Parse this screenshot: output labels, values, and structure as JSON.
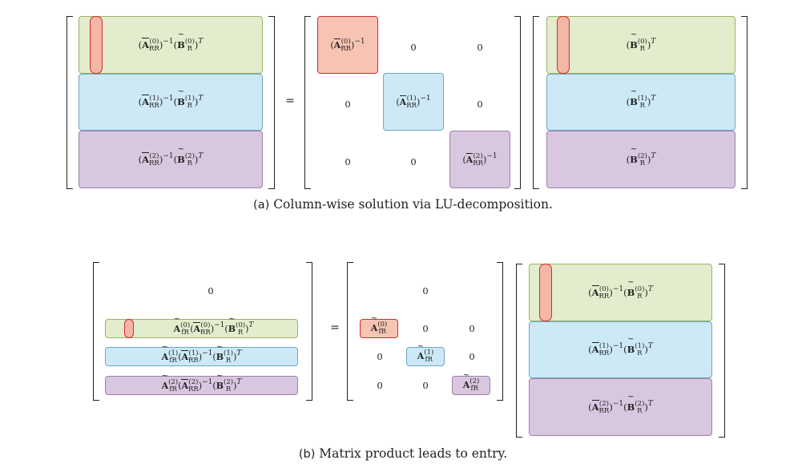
{
  "subfig_a": {
    "lhs": [
      "(Ā_RR^(0))^-1 (B̃_R^(0))^T",
      "(Ā_RR^(1))^-1 (B̃_R^(1))^T",
      "(Ā_RR^(2))^-1 (B̃_R^(2))^T"
    ],
    "equals": "=",
    "diag": [
      "(Ā_RR^(0))^-1",
      "(Ā_RR^(1))^-1",
      "(Ā_RR^(2))^-1"
    ],
    "zero": "0",
    "rhs": [
      "(B̃_R^(0))^T",
      "(B̃_R^(1))^T",
      "(B̃_R^(2))^T"
    ],
    "caption_label": "(a)",
    "caption_text": "Column-wise solution via LU-decomposition."
  },
  "subfig_b": {
    "lhs_top": "0",
    "lhs": [
      "Ã_fR^(0) (Ā_RR^(0))^-1 (B̃_R^(0))^T",
      "Ã_fR^(1) (Ā_RR^(1))^-1 (B̃_R^(1))^T",
      "Ã_fR^(2) (Ā_RR^(2))^-1 (B̃_R^(2))^T"
    ],
    "equals": "=",
    "mid_top": "0",
    "diag": [
      "Ã_fR^(0)",
      "Ã_fR^(1)",
      "Ã_fR^(2)"
    ],
    "zero": "0",
    "rhs": [
      "(Ā_RR^(0))^-1 (B̃_R^(0))^T",
      "(Ā_RR^(1))^-1 (B̃_R^(1))^T",
      "(Ā_RR^(2))^-1 (B̃_R^(2))^T"
    ],
    "caption_label": "(b)",
    "caption_text": "Matrix product leads to entry."
  },
  "colors": {
    "green": "#e3edcd",
    "blue": "#cde9f6",
    "purple": "#d9c6df",
    "red": "#f7c4b3",
    "highlight_border": "#d12c2c"
  }
}
